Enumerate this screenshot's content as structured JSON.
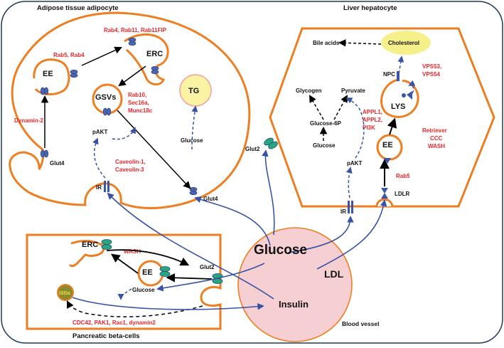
{
  "titles": {
    "adipose": "Adipose tissue adipocyte",
    "liver": "Liver hepatocyte",
    "beta": "Pancreatic beta-cells",
    "vessel": "Blood vessel"
  },
  "adipose": {
    "ee": "EE",
    "erc": "ERC",
    "gsvs": "GSVs",
    "tg": "TG",
    "glut4_left": "Glut4",
    "glut4_right": "Glut4",
    "pakt": "pAKT",
    "ir": "IR",
    "glucose": "Glucose",
    "rab5_rab4": "Rab5, Rab4",
    "rab4_rab11": "Rab4, Rab11, Rab11FIP",
    "dynamin2": "Dynamin-2",
    "rab10_1": "Rab10,",
    "rab10_2": "Sec16a,",
    "rab10_3": "Munc18c",
    "caveolin_1": "Caveolin-1,",
    "caveolin_2": "Caveolin-3"
  },
  "liver": {
    "bile_acids": "Bile acids",
    "cholesterol": "Cholesterol",
    "glycogen": "Glycogen",
    "pyruvate": "Pyruvate",
    "glucose6p": "Glucose-6P",
    "glucose": "Glucose",
    "glut2": "Glut2",
    "pakt": "pAKT",
    "ir": "IR",
    "ee": "EE",
    "lys": "LYS",
    "npc": "NPC",
    "ldlr": "LDLR",
    "rab5": "Rab5",
    "vps_1": "VPS53,",
    "vps_2": "VPS54",
    "appl_1": "APPL1,",
    "appl_2": "APPL2,",
    "appl_3": "PI3K",
    "retriever_1": "Retriever",
    "retriever_2": "CCC",
    "retriever_3": "WASH"
  },
  "beta": {
    "erc": "ERC",
    "ee": "EE",
    "isgs": "ISGs",
    "glut2": "Glut2",
    "glucose": "Glucose",
    "wash": "WASH",
    "cdc42": "CDC42, PAK1, Rac1, dynamin2"
  },
  "vessel": {
    "glucose": "Glucose",
    "insulin": "Insulin",
    "ldl": "LDL"
  },
  "colors": {
    "membrane": "#ee7e22",
    "arrow_blue": "#3953a4",
    "red_text": "#e8262b",
    "vessel_fill": "#f6cfd2",
    "tg_fill": "#fbf3a4",
    "chol_fill": "#f6f08a",
    "isg_fill": "#8b8a2e",
    "glut_fill": "#2aa57e",
    "receptor": "#3b56a6"
  }
}
